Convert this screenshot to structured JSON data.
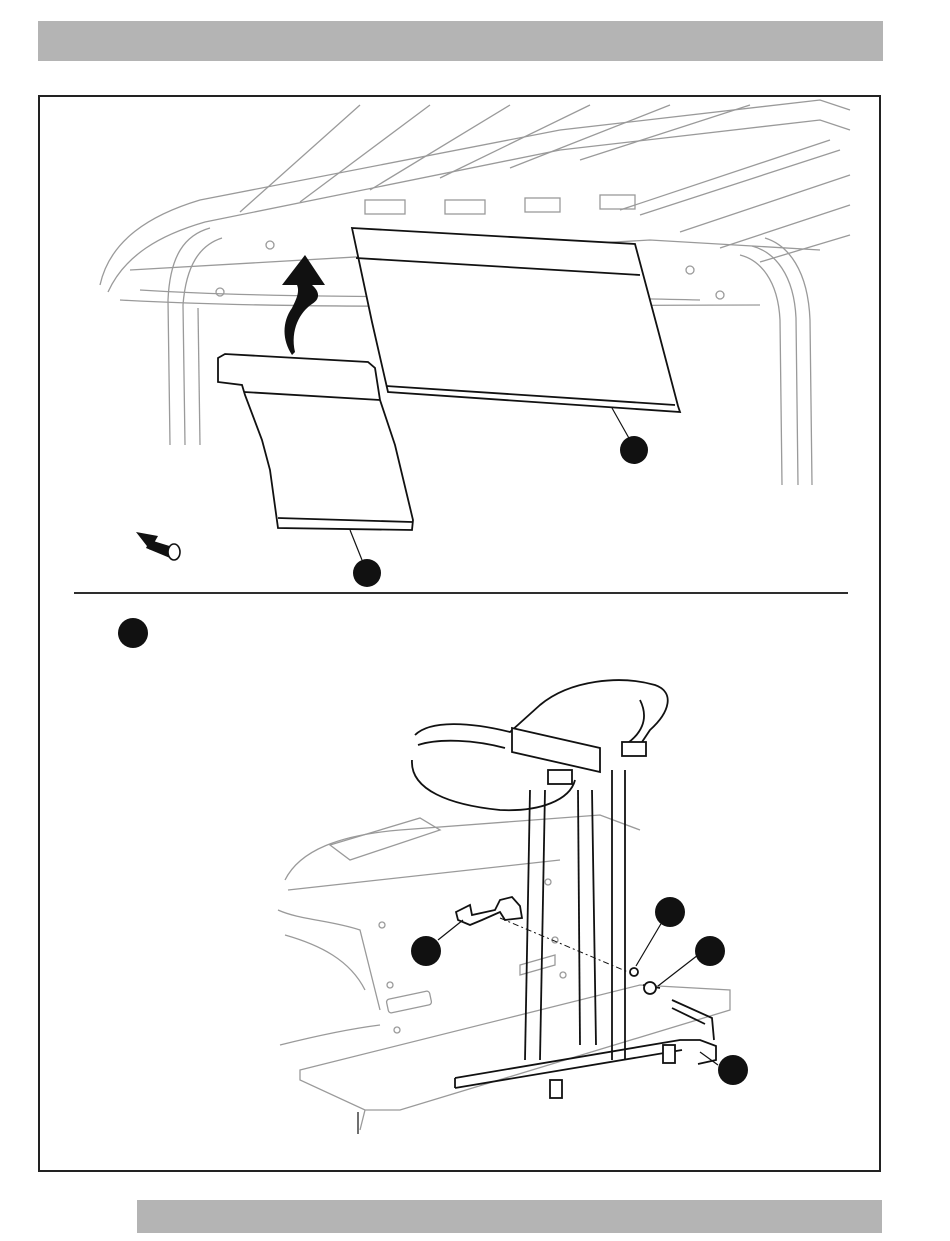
{
  "colors": {
    "header_bar": "#b4b4b4",
    "footer_bar": "#b4b4b4",
    "ink": "#111111",
    "faint_line": "#9a9a9a"
  },
  "figures": [
    {
      "name": "canopy-panel-removal",
      "icons": [
        "up-arrow-icon",
        "pushpin-icon"
      ],
      "callout_count": 2
    },
    {
      "name": "seat-bracket-assembly",
      "icons": [],
      "callout_count": 5
    }
  ],
  "section_marker": "filled-circle"
}
